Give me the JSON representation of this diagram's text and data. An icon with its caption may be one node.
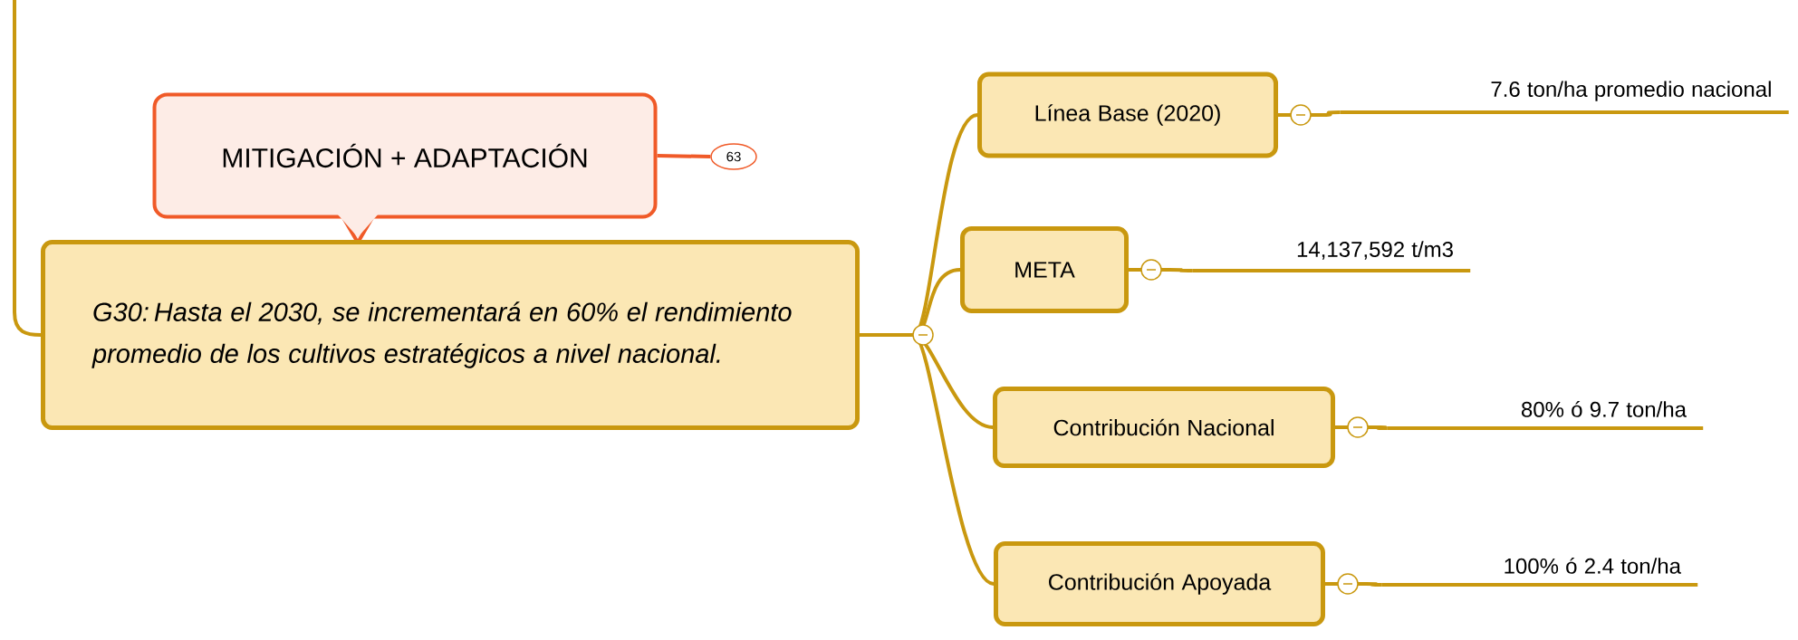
{
  "diagram": {
    "nodes": [
      {
        "text": [
          "MITIGACIÓN + ADAPTACIÓN"
        ]
      },
      {
        "text": [
          "63"
        ]
      },
      {
        "text": [
          "G30: Hasta el 2030, se incrementará en 60% el rendimiento promedio de los cultivos estratégicos a nivel nacional."
        ]
      },
      {
        "text": [
          "Línea Base (2020)"
        ]
      },
      {
        "text": [
          "META"
        ]
      },
      {
        "text": [
          "Contribución Nacional"
        ]
      },
      {
        "text": [
          "Contribución Apoyada"
        ]
      },
      {
        "text": [
          "7.6 ton/ha promedio nacional"
        ]
      },
      {
        "text": [
          "14,137,592 t/m3"
        ]
      },
      {
        "text": [
          "80% ó 9.7 ton/ha"
        ]
      },
      {
        "text": [
          "100% ó 2.4 ton/ha"
        ]
      }
    ],
    "edges": [
      {
        "from": 0,
        "to": 1,
        "arrow": "none",
        "color": "#f05a28"
      },
      {
        "from": null,
        "to": 2,
        "arrow": "none"
      },
      {
        "from": 2,
        "to": 3,
        "arrow": "none"
      },
      {
        "from": 2,
        "to": 4,
        "arrow": "none"
      },
      {
        "from": 2,
        "to": 5,
        "arrow": "none"
      },
      {
        "from": 2,
        "to": 6,
        "arrow": "none"
      },
      {
        "from": 3,
        "to": 7,
        "arrow": "none"
      },
      {
        "from": 4,
        "to": 8,
        "arrow": "none"
      },
      {
        "from": 5,
        "to": 9,
        "arrow": "none"
      },
      {
        "from": 6,
        "to": 10,
        "arrow": "none"
      }
    ]
  }
}
